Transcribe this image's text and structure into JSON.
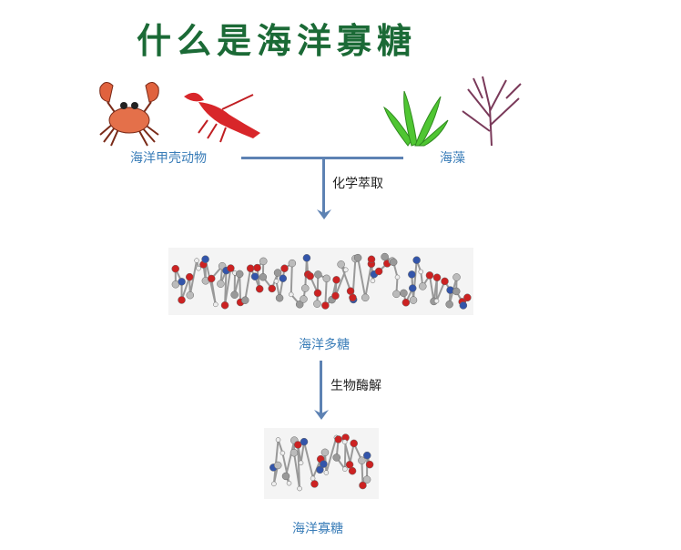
{
  "title": "什么是海洋寡糖",
  "sources": {
    "left_label": "海洋甲壳动物",
    "right_label": "海藻"
  },
  "steps": [
    {
      "process": "化学萃取",
      "product": "海洋多糖"
    },
    {
      "process": "生物酶解",
      "product": "海洋寡糖"
    }
  ],
  "colors": {
    "title": "#1b6a36",
    "label": "#3a7db8",
    "arrow": "#5d82b3"
  }
}
